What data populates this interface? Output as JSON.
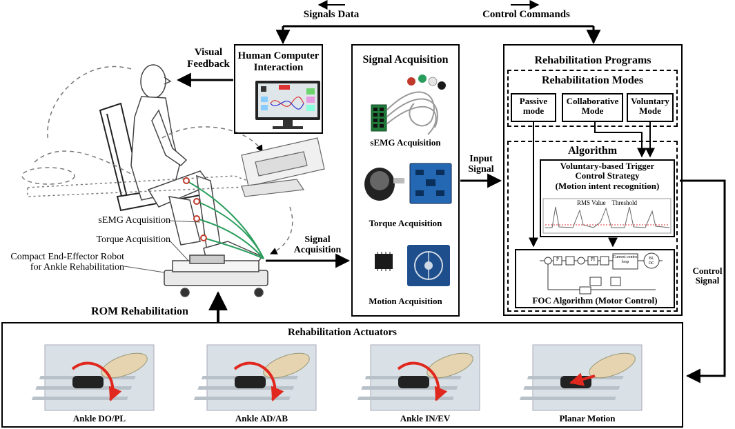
{
  "top": {
    "signals_data": "Signals Data",
    "control_commands": "Control Commands"
  },
  "left": {
    "visual_feedback": "Visual\nFeedback",
    "semg_acquisition": "sEMG Acquisition",
    "torque_acquisition": "Torque Acquisition",
    "robot_label": "Compact End-Effector Robot\nfor Ankle Rehabilitation",
    "signal_acquisition": "Signal\nAcquisition",
    "rom_rehabilitation": "ROM Rehabilitation"
  },
  "hci": {
    "title": "Human Computer\nInteraction"
  },
  "signal_acq": {
    "title": "Signal Acquisition",
    "items": [
      "sEMG Acquisition",
      "Torque Acquisition",
      "Motion Acquisition"
    ]
  },
  "input_signal": "Input\nSignal",
  "programs": {
    "title": "Rehabilitation Programs",
    "modes_title": "Rehabilitation Modes",
    "modes": [
      "Passive\nmode",
      "Collaborative\nMode",
      "Voluntary\nMode"
    ],
    "algorithm_title": "Algorithm",
    "strategy": "Voluntary-based Trigger\nControl Strategy\n(Motion intent recognition)",
    "rms_legend": "RMS Value    Threshold",
    "foc_title": "FOC Algorithm (Motor Control)",
    "foc_blocks": [
      "P",
      "PI",
      "Current control\nloop",
      "BL\nDC"
    ]
  },
  "control_signal": "Control\nSignal",
  "actuators": {
    "title": "Rehabilitation Actuators",
    "items": [
      "Ankle DO/PL",
      "Ankle AD/AB",
      "Ankle IN/EV",
      "Planar Motion"
    ]
  },
  "colors": {
    "line": "#000000",
    "emg_wire": "#2a9d5c",
    "electrode": "#c0392b",
    "arrow_red": "#e0281e"
  }
}
